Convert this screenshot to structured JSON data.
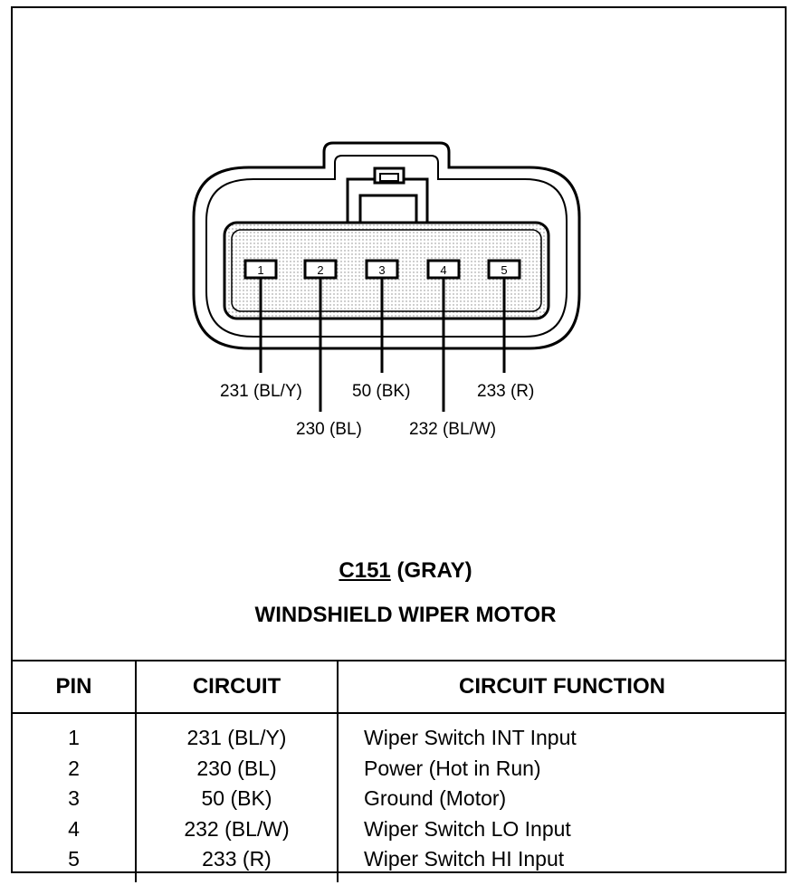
{
  "connector": {
    "pin_labels": [
      "1",
      "2",
      "3",
      "4",
      "5"
    ],
    "wires": [
      {
        "pin": "1",
        "label": "231 (BL/Y)"
      },
      {
        "pin": "2",
        "label": "230 (BL)"
      },
      {
        "pin": "3",
        "label": "50 (BK)"
      },
      {
        "pin": "4",
        "label": "232 (BL/W)"
      },
      {
        "pin": "5",
        "label": "233 (R)"
      }
    ]
  },
  "title": {
    "code": "C151",
    "color": "(GRAY)",
    "name": "WINDSHIELD WIPER MOTOR"
  },
  "table": {
    "headers": [
      "PIN",
      "CIRCUIT",
      "CIRCUIT FUNCTION"
    ],
    "rows": [
      {
        "pin": "1",
        "circuit": "231 (BL/Y)",
        "function": "Wiper Switch INT Input"
      },
      {
        "pin": "2",
        "circuit": "230 (BL)",
        "function": "Power (Hot in Run)"
      },
      {
        "pin": "3",
        "circuit": "50 (BK)",
        "function": "Ground (Motor)"
      },
      {
        "pin": "4",
        "circuit": "232 (BL/W)",
        "function": "Wiper Switch LO Input"
      },
      {
        "pin": "5",
        "circuit": "233 (R)",
        "function": "Wiper Switch HI Input"
      }
    ]
  }
}
